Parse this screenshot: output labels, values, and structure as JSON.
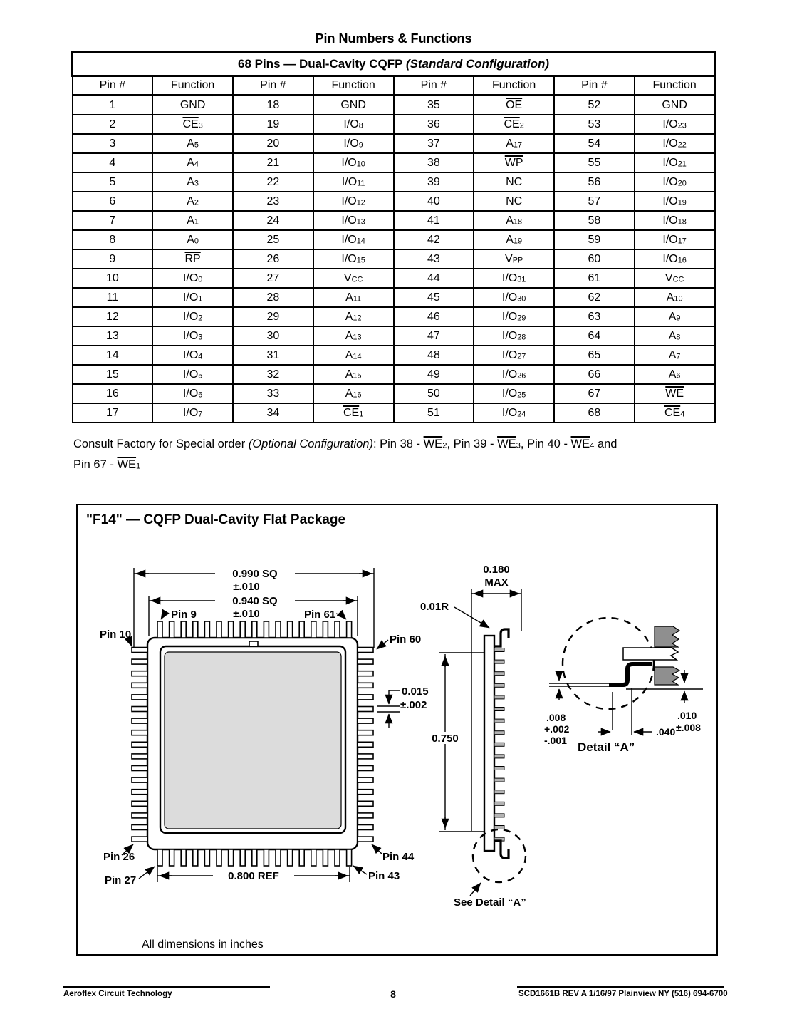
{
  "page": {
    "title": "Pin Numbers & Functions"
  },
  "table": {
    "caption": "68 Pins — Dual-Cavity CQFP ",
    "caption_suffix": "(Standard Configuration)",
    "col_headers": [
      "Pin #",
      "Function",
      "Pin #",
      "Function",
      "Pin #",
      "Function",
      "Pin #",
      "Function"
    ],
    "rows": [
      [
        "1",
        "GND",
        "18",
        "GND",
        "35",
        "~OE",
        "52",
        "GND"
      ],
      [
        "2",
        "~CE_3",
        "19",
        "I/O_8",
        "36",
        "~CE_2",
        "53",
        "I/O_23"
      ],
      [
        "3",
        "A_5",
        "20",
        "I/O_9",
        "37",
        "A_17",
        "54",
        "I/O_22"
      ],
      [
        "4",
        "A_4",
        "21",
        "I/O_10",
        "38",
        "~WP",
        "55",
        "I/O_21"
      ],
      [
        "5",
        "A_3",
        "22",
        "I/O_11",
        "39",
        "NC",
        "56",
        "I/O_20"
      ],
      [
        "6",
        "A_2",
        "23",
        "I/O_12",
        "40",
        "NC",
        "57",
        "I/O_19"
      ],
      [
        "7",
        "A_1",
        "24",
        "I/O_13",
        "41",
        "A_18",
        "58",
        "I/O_18"
      ],
      [
        "8",
        "A_0",
        "25",
        "I/O_14",
        "42",
        "A_19",
        "59",
        "I/O_17"
      ],
      [
        "9",
        "~RP",
        "26",
        "I/O_15",
        "43",
        "V_PP",
        "60",
        "I/O_16"
      ],
      [
        "10",
        "I/O_0",
        "27",
        "V_CC",
        "44",
        "I/O_31",
        "61",
        "V_CC"
      ],
      [
        "11",
        "I/O_1",
        "28",
        "A_11",
        "45",
        "I/O_30",
        "62",
        "A_10"
      ],
      [
        "12",
        "I/O_2",
        "29",
        "A_12",
        "46",
        "I/O_29",
        "63",
        "A_9"
      ],
      [
        "13",
        "I/O_3",
        "30",
        "A_13",
        "47",
        "I/O_28",
        "64",
        "A_8"
      ],
      [
        "14",
        "I/O_4",
        "31",
        "A_14",
        "48",
        "I/O_27",
        "65",
        "A_7"
      ],
      [
        "15",
        "I/O_5",
        "32",
        "A_15",
        "49",
        "I/O_26",
        "66",
        "A_6"
      ],
      [
        "16",
        "I/O_6",
        "33",
        "A_16",
        "50",
        "I/O_25",
        "67",
        "~WE"
      ],
      [
        "17",
        "I/O_7",
        "34",
        "~CE_1",
        "51",
        "I/O_24",
        "68",
        "~CE_4"
      ]
    ]
  },
  "note": {
    "segments": [
      {
        "t": "Consult Factory for Special order "
      },
      {
        "t": "(Optional Configuration)",
        "i": true
      },
      {
        "t": ": Pin 38 - "
      },
      {
        "t": "WE",
        "ov": true
      },
      {
        "t": "2",
        "sub": true
      },
      {
        "t": ", Pin 39 - "
      },
      {
        "t": "WE",
        "ov": true
      },
      {
        "t": "3",
        "sub": true
      },
      {
        "t": ", Pin 40 - "
      },
      {
        "t": "WE",
        "ov": true
      },
      {
        "t": "4",
        "sub": true
      },
      {
        "t": " and"
      },
      {
        "br": true
      },
      {
        "t": " Pin 67 - "
      },
      {
        "t": "WE",
        "ov": true
      },
      {
        "t": "1",
        "sub": true
      }
    ]
  },
  "figure": {
    "title": "\"F14\" — CQFP Dual-Cavity Flat Package",
    "labels": {
      "dim_0990": "0.990 SQ",
      "tol_0990": "±.010",
      "dim_0940": "0.940 SQ",
      "tol_0940": "±.010",
      "pin9": "Pin 9",
      "pin61": "Pin 61",
      "pin10": "Pin 10",
      "pin60": "Pin 60",
      "pin26": "Pin 26",
      "pin44": "Pin 44",
      "pin27": "Pin 27",
      "pin43": "Pin 43",
      "dim_0800": "0.800 REF",
      "dim_0015": "0.015",
      "tol_0015": "±.002",
      "dim_0180": "0.180",
      "dim_0180_max": "MAX",
      "dim_001r": "0.01R",
      "dim_0750": "0.750",
      "dim_008": ".008",
      "tol_008_plus": "+.002",
      "tol_008_minus": "-.001",
      "dim_010": ".010",
      "tol_010": "±.008",
      "dim_040": ".040",
      "detail_a": "Detail “A”",
      "see_detail_a": "See Detail “A”",
      "units_note": "All dimensions in inches"
    }
  },
  "footer": {
    "left": "Aeroflex Circuit Technology",
    "page_number": "8",
    "right": "SCD1661B REV A  1/16/97  Plainview NY (516) 694-6700"
  },
  "colors": {
    "ink": "#000000",
    "paper": "#ffffff",
    "lid_gray": "#dcdcdc",
    "lead_gray": "#b3b3b3",
    "ceramic_gray": "#8f8f8f"
  }
}
